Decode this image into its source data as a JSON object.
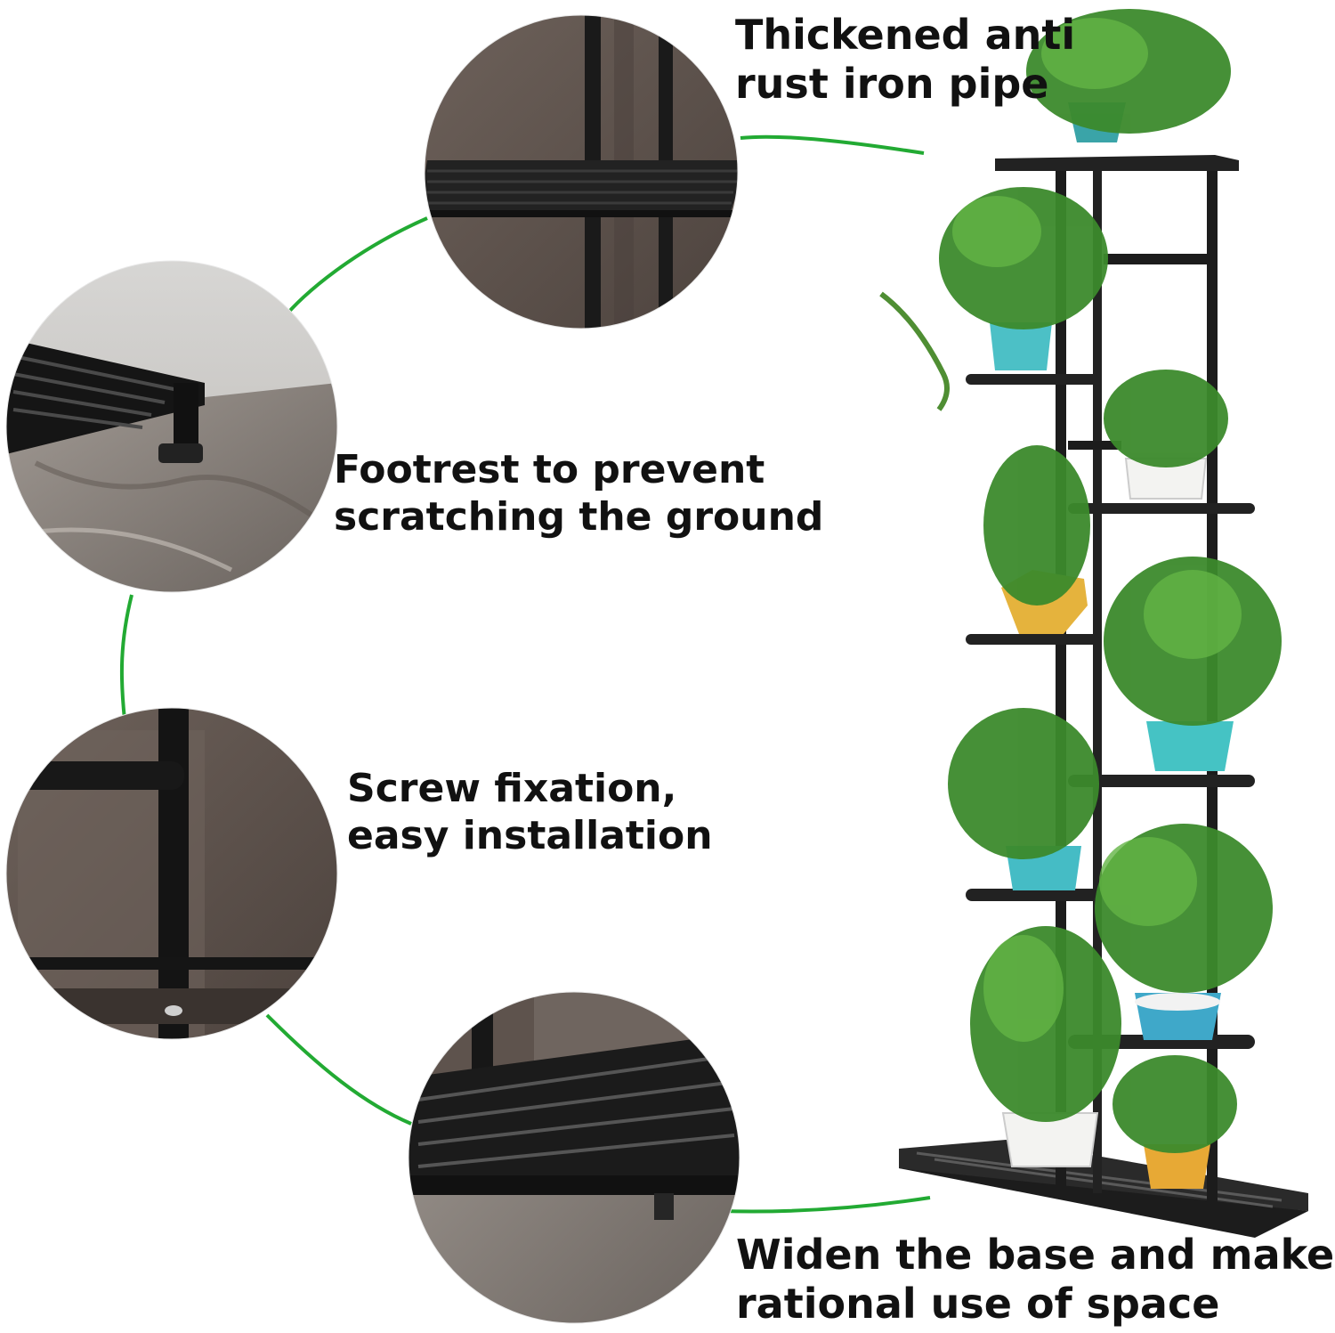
{
  "colors": {
    "connector_line": "#22aa33",
    "frame_metal": "#1c1c1c",
    "circle_wall": "#5e524c",
    "circle_floor": "#8b847e",
    "caption_text": "#111111"
  },
  "callouts": [
    {
      "id": "pipe",
      "lines": [
        "Thickened anti",
        "rust iron pipe"
      ]
    },
    {
      "id": "footrest",
      "lines": [
        "Footrest to prevent",
        "scratching the ground"
      ]
    },
    {
      "id": "screw",
      "lines": [
        "Screw fixation,",
        "easy installation"
      ]
    },
    {
      "id": "base",
      "lines": [
        "Widen the base and make",
        "rational use of space"
      ]
    }
  ],
  "detail_icons": [
    "pipe-closeup-icon",
    "footrest-closeup-icon",
    "screw-closeup-icon",
    "base-closeup-icon"
  ],
  "product": {
    "shelf_tiers": 9,
    "plants": 9
  }
}
